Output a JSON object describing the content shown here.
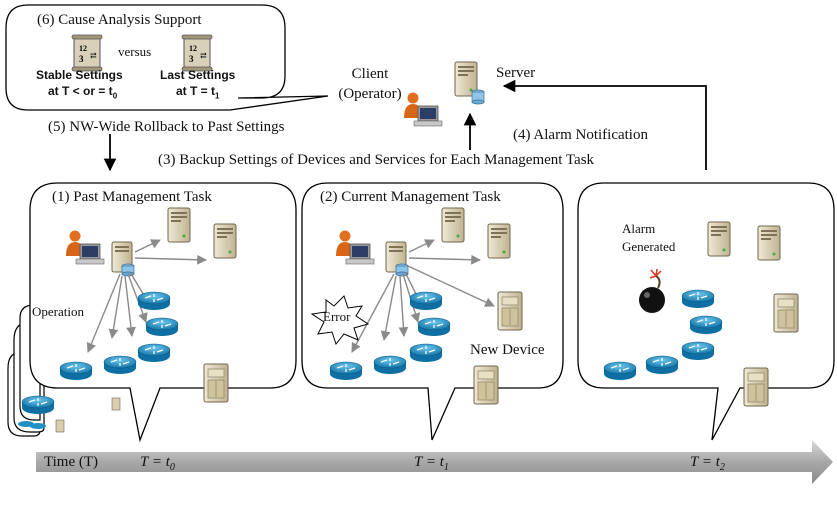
{
  "callout": {
    "title": "(6) Cause Analysis Support",
    "versus": "versus",
    "scroll_text": "12 3",
    "stable_line1": "Stable Settings",
    "stable_line2_prefix": "at T < or = t",
    "stable_sub": "0",
    "last_line1": "Last Settings",
    "last_line2_prefix": "at T = t",
    "last_sub": "1"
  },
  "client_label_line1": "Client",
  "client_label_line2": "(Operator)",
  "server_label": "Server",
  "step5": "(5) NW-Wide Rollback to Past Settings",
  "step4": "(4) Alarm Notification",
  "step3": "(3) Backup Settings of Devices and Services for Each Management Task",
  "panel1_title": "(1) Past Management Task",
  "panel2_title": "(2) Current Management Task",
  "operation_label": "Operation",
  "error_label": "Error",
  "new_device_label": "New Device",
  "alarm_line1": "Alarm",
  "alarm_line2": "Generated",
  "time_label": "Time (T)",
  "t0_prefix": "T = t",
  "t0_sub": "0",
  "t1_prefix": "T = t",
  "t1_sub": "1",
  "t2_prefix": "T = t",
  "t2_sub": "2",
  "colors": {
    "router": "#1f8fc4",
    "server": "#d9cfae",
    "person": "#e07020",
    "arrow_gray": "#8a8a8a"
  }
}
